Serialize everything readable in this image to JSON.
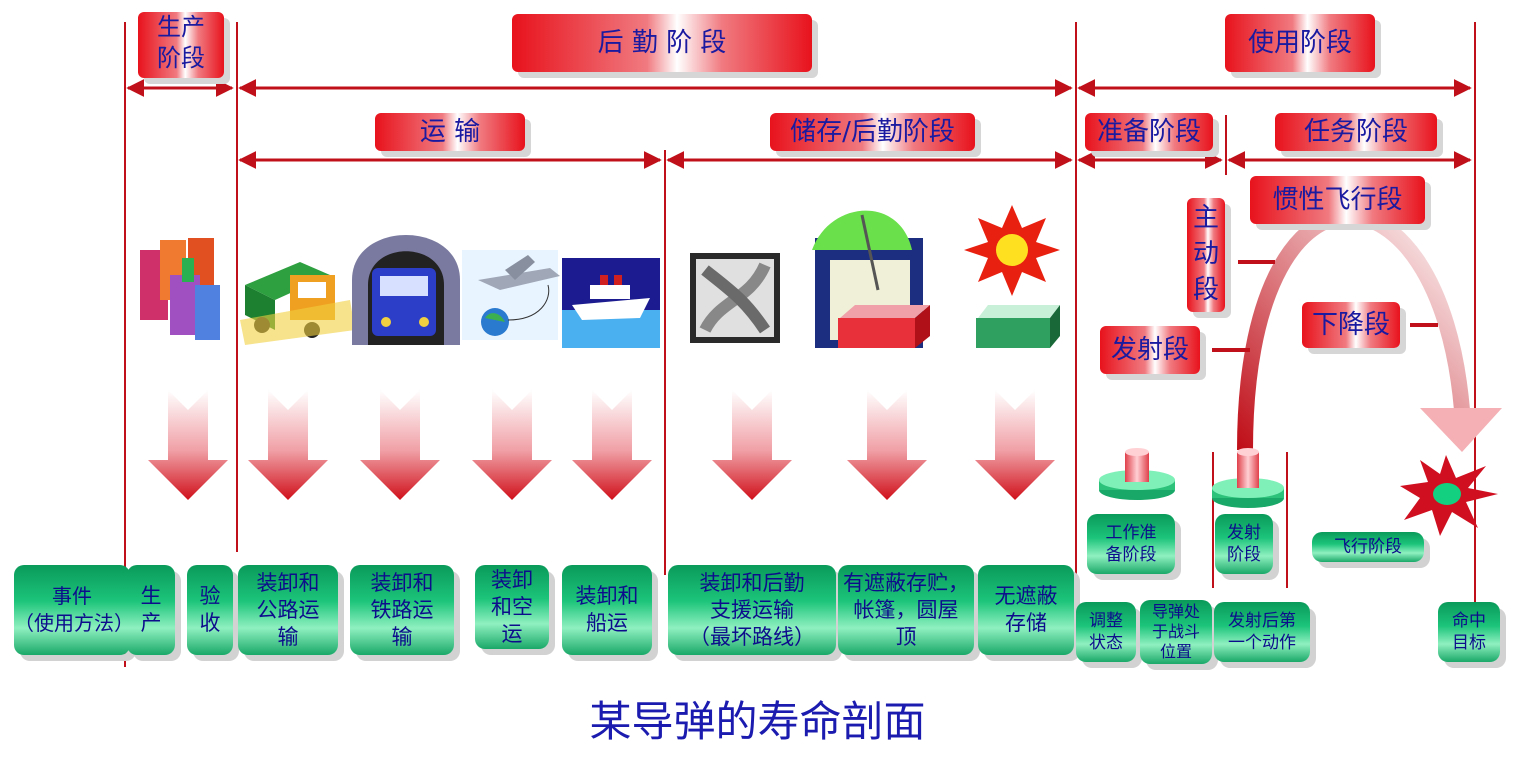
{
  "title": "某导弹的寿命剖面",
  "phases": {
    "production": "生产\n阶段",
    "logistics": "后 勤 阶 段",
    "usage": "使用阶段"
  },
  "subphases": {
    "transport": "运 输",
    "storage": "储存/后勤阶段",
    "prepare": "准备阶段",
    "mission": "任务阶段"
  },
  "flight": {
    "active": "主\n动\n段",
    "inertial": "惯性飞行段",
    "descent": "下降段",
    "launch": "发射段"
  },
  "events": {
    "event_method": "事件\n（使用方法）",
    "produce": "生\n产",
    "accept": "验\n收",
    "road": "装卸和\n公路运\n输",
    "rail": "装卸和\n铁路运\n输",
    "air": "装卸\n和空\n运",
    "ship": "装卸和\n船运",
    "support": "装卸和后勤\n支援运输\n（最坏路线）",
    "sheltered": "有遮蔽存贮，\n帐篷，圆屋\n顶",
    "unsheltered": "无遮蔽\n存储",
    "work_prep": "工作准\n备阶段",
    "launch_phase": "发射\n阶段",
    "flight_phase": "飞行阶段",
    "adjust": "调整\n状态",
    "combat_pos": "导弹处\n于战斗\n位置",
    "first_action": "发射后第\n一个动作",
    "hit_target": "命中\n目标"
  },
  "icons": [
    "buildings-icon",
    "truck-icon",
    "train-tunnel-icon",
    "airplane-icon",
    "ship-icon",
    "road-junction-icon",
    "umbrella-shelter-icon",
    "sun-icon"
  ],
  "colors": {
    "red": "#c0101a",
    "green": "#1cc47a",
    "blue_text": "#1b1bb0"
  }
}
